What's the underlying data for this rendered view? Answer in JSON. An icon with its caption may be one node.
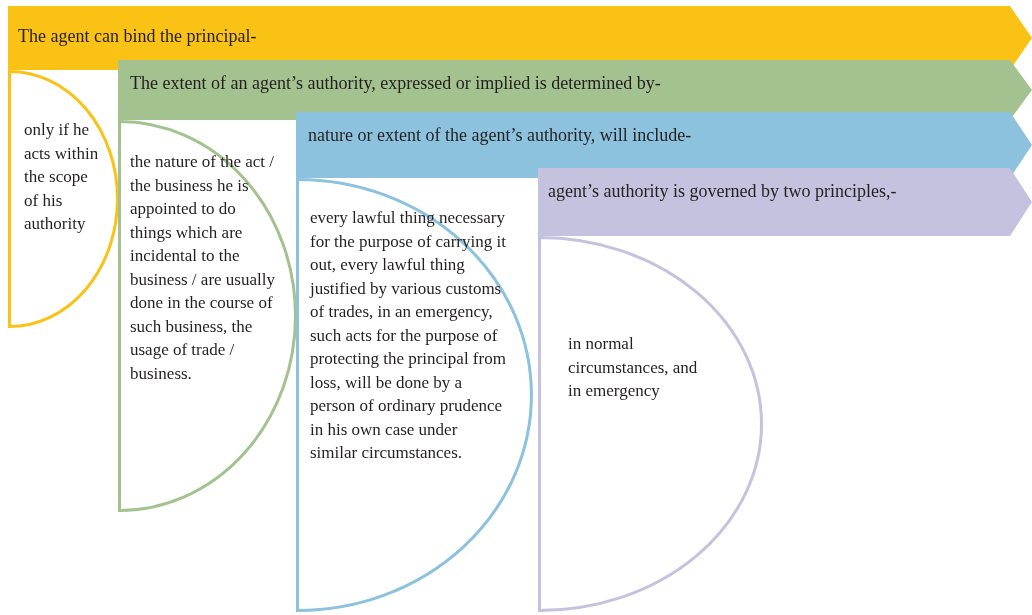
{
  "diagram": {
    "nodes": [
      {
        "text": [
          "The agent can bind the principal-"
        ]
      },
      {
        "text": [
          "only if he acts within the scope of his authority"
        ]
      },
      {
        "text": [
          "The extent of an agent’s authority, expressed or implied is determined by-"
        ]
      },
      {
        "text": [
          "the nature of the act / the business he is appointed to do things which are incidental to the business / are usually done in the course of such business, the usage of trade / business."
        ]
      },
      {
        "text": [
          "nature or extent of the agent’s authority, will include-"
        ]
      },
      {
        "text": [
          "every lawful thing necessary for the purpose of carrying it out, every lawful thing justified by various customs of trades, in an emergency, such acts for the purpose of protecting the principal from loss, will be done by a person of ordinary prudence in his own case under similar circumstances."
        ]
      },
      {
        "text": [
          "agent’s authority is governed by two principles,-"
        ]
      },
      {
        "text": [
          "in normal circumstances, and in emergency"
        ]
      }
    ],
    "edges": []
  }
}
